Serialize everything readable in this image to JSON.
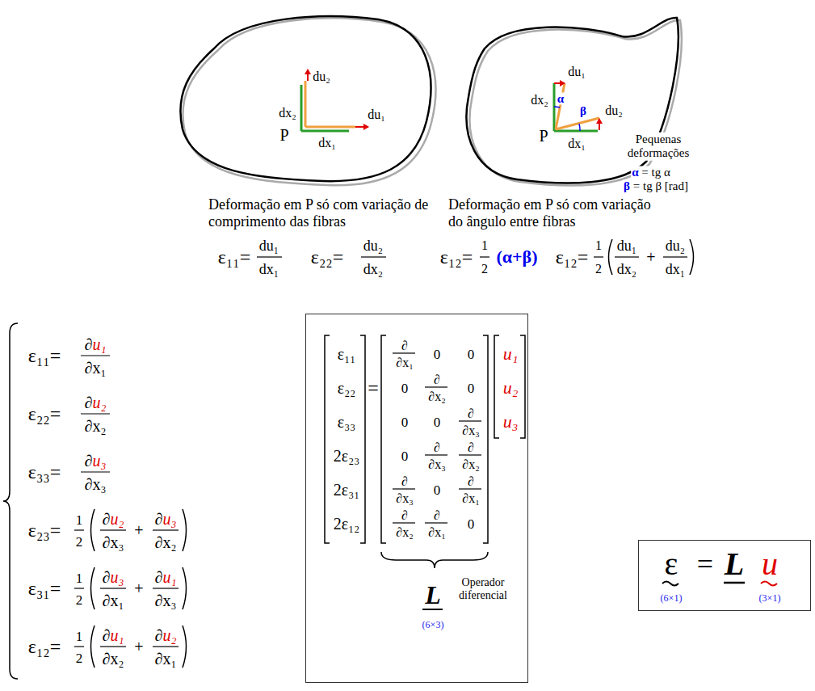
{
  "diagram": {
    "nodes": [
      {
        "text": [
          "ε₁₁",
          "ε₂₂",
          "ε₃₃",
          "2ε₂₃",
          "2ε₃₁",
          "2ε₁₂",
          "=",
          "∂",
          "∂x₁",
          "0",
          "0",
          "0",
          "∂",
          "∂x₂",
          "0",
          "0",
          "0",
          "∂",
          "∂x₃",
          "0",
          "∂",
          "∂x₃",
          "∂",
          "∂x₂",
          "∂",
          "∂x₃",
          "0",
          "∂",
          "∂x₁",
          "∂",
          "∂x₂",
          "∂",
          "∂x₁",
          "0",
          "u₁",
          "u₂",
          "u₃",
          "L",
          "Operador diferencial",
          "(6×3)"
        ]
      },
      {
        "text": [
          "ε",
          "=",
          "L",
          "u",
          "(6×1)",
          "(3×1)"
        ]
      }
    ],
    "labels": [
      "du₂",
      "du₁",
      "dx₂",
      "P",
      "dx₁",
      "du₁",
      "dx₂",
      "α",
      "β",
      "du₂",
      "P",
      "dx₁",
      "Pequenas deformações",
      "α = tg α",
      "β = tg β [rad]",
      "Deformação em P só com variação de comprimento das fibras",
      "Deformação em P só com variação do ângulo entre fibras",
      "ε₁₁=",
      "du₁",
      "dx₁",
      "ε₂₂=",
      "du₂",
      "dx₂",
      "ε₁₂=",
      "1",
      "2",
      "(α+β)",
      "ε₁₂=",
      "1",
      "2",
      "du₁",
      "dx₂",
      "+",
      "du₂",
      "dx₁",
      "ε₁₁=",
      "∂u₁",
      "∂x₁",
      "ε₂₂=",
      "∂u₂",
      "∂x₂",
      "ε₃₃=",
      "∂u₃",
      "∂x₃",
      "ε₂₃=",
      "1",
      "2",
      "∂u₂",
      "∂x₃",
      "+",
      "∂u₃",
      "∂x₂",
      "ε₃₁=",
      "1",
      "2",
      "∂u₃",
      "∂x₁",
      "+",
      "∂u₁",
      "∂x₃",
      "ε₁₂=",
      "1",
      "2",
      "∂u₁",
      "∂x₂",
      "+",
      "∂u₂",
      "∂x₁"
    ]
  }
}
